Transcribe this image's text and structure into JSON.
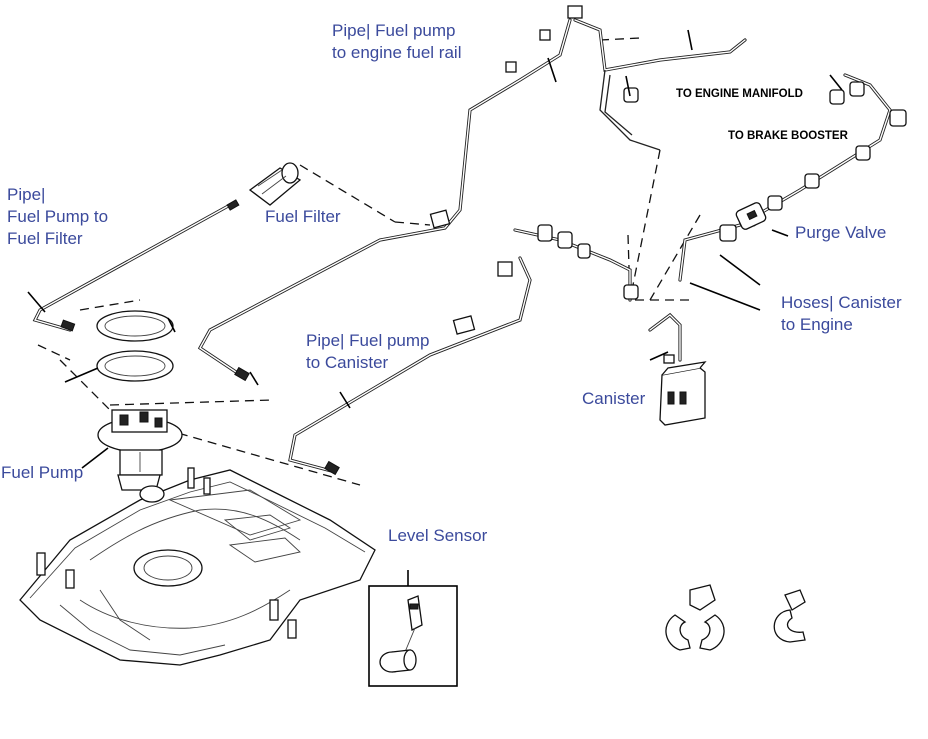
{
  "labels": {
    "pipe_rail": "Pipe| Fuel pump\nto engine fuel rail",
    "pipe_filter": "Pipe|\nFuel Pump to\nFuel Filter",
    "fuel_filter": "Fuel Filter",
    "pipe_canister": "Pipe| Fuel pump\nto Canister",
    "fuel_pump": "Fuel Pump",
    "level_sensor": "Level Sensor",
    "purge_valve": "Purge Valve",
    "hoses": "Hoses| Canister\nto Engine",
    "canister": "Canister",
    "to_manifold": "TO ENGINE MANIFOLD",
    "to_booster": "TO BRAKE BOOSTER"
  },
  "colors": {
    "label_text": "#3b4a9c",
    "line_art": "#222222",
    "background": "#ffffff"
  }
}
